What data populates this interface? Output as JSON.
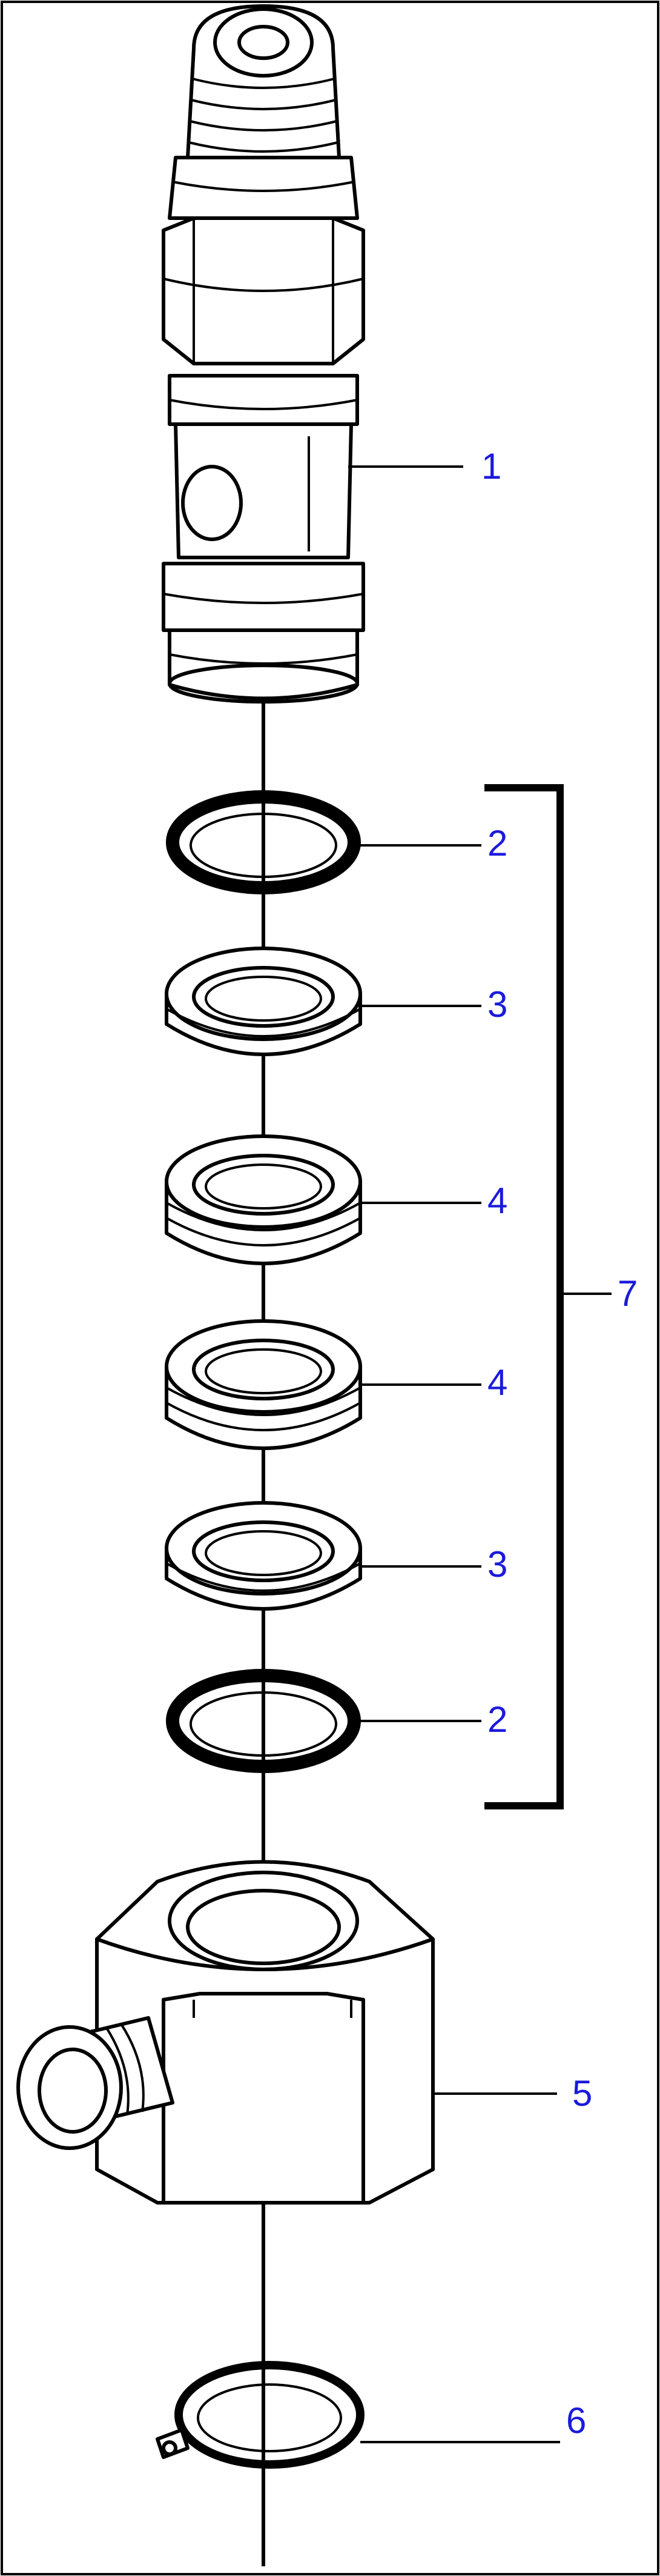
{
  "diagram": {
    "callouts": [
      {
        "id": "callout-1-top",
        "text": "1"
      },
      {
        "id": "callout-2-top",
        "text": "2"
      },
      {
        "id": "callout-3-top",
        "text": "3"
      },
      {
        "id": "callout-4-top",
        "text": "4"
      },
      {
        "id": "callout-4-bottom",
        "text": "4"
      },
      {
        "id": "callout-3-bottom",
        "text": "3"
      },
      {
        "id": "callout-2-bottom",
        "text": "2"
      },
      {
        "id": "callout-7",
        "text": "7"
      },
      {
        "id": "callout-5",
        "text": "5"
      },
      {
        "id": "callout-6",
        "text": "6"
      }
    ],
    "colors": {
      "line": "#000000",
      "callout_text": "#1a1adc",
      "background": "#ffffff"
    }
  }
}
